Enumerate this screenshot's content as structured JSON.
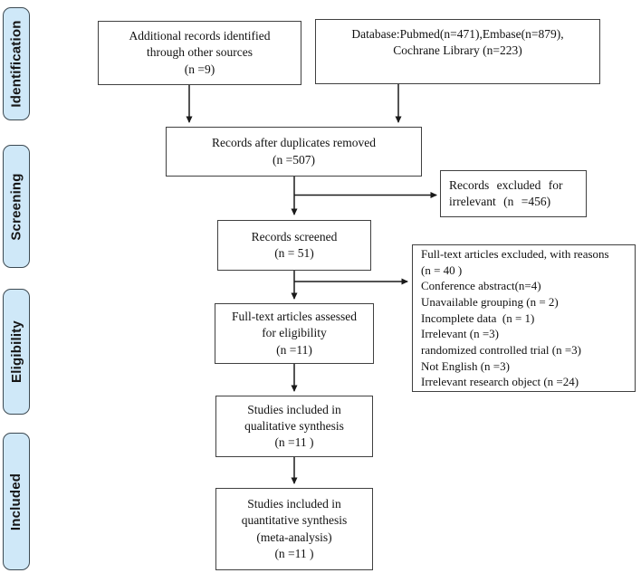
{
  "figure": {
    "type": "prisma-flow-diagram",
    "colors": {
      "stage_fill": "#cfe8f8",
      "stage_border": "#3d4a52",
      "box_border": "#404040",
      "arrow": "#1a1a1a",
      "text": "#111111",
      "background": "#ffffff"
    }
  },
  "stages": [
    {
      "label": "Identification"
    },
    {
      "label": "Screening"
    },
    {
      "label": "Eligibility"
    },
    {
      "label": "Included"
    }
  ],
  "boxes": {
    "additional_records": {
      "text": "Additional records identified\nthrough other sources\n(n =9)"
    },
    "database_records": {
      "text": "Database:Pubmed(n=471),Embase(n=879),\nCochrane Library (n=223)"
    },
    "duplicates_removed": {
      "text": "Records after duplicates removed\n(n =507)"
    },
    "records_excluded": {
      "text": "Records excluded for\nirrelevant (n =456)"
    },
    "records_screened": {
      "text": "Records screened\n(n = 51)"
    },
    "fulltext_excluded": {
      "text": "Full-text articles excluded, with reasons\n(n = 40 )\nConference abstract(n=4)\nUnavailable grouping (n = 2)\nIncomplete data  (n = 1)\nIrrelevant (n =3)\nrandomized controlled trial (n =3)\nNot English (n =3)\nIrrelevant research object (n =24)"
    },
    "fulltext_assessed": {
      "text": "Full-text articles assessed\nfor eligibility\n(n =11)"
    },
    "qualitative_synthesis": {
      "text": "Studies included in\nqualitative synthesis\n(n =11 )"
    },
    "quantitative_synthesis": {
      "text": "Studies included in\nquantitative synthesis\n(meta-analysis)\n(n =11 )"
    }
  }
}
